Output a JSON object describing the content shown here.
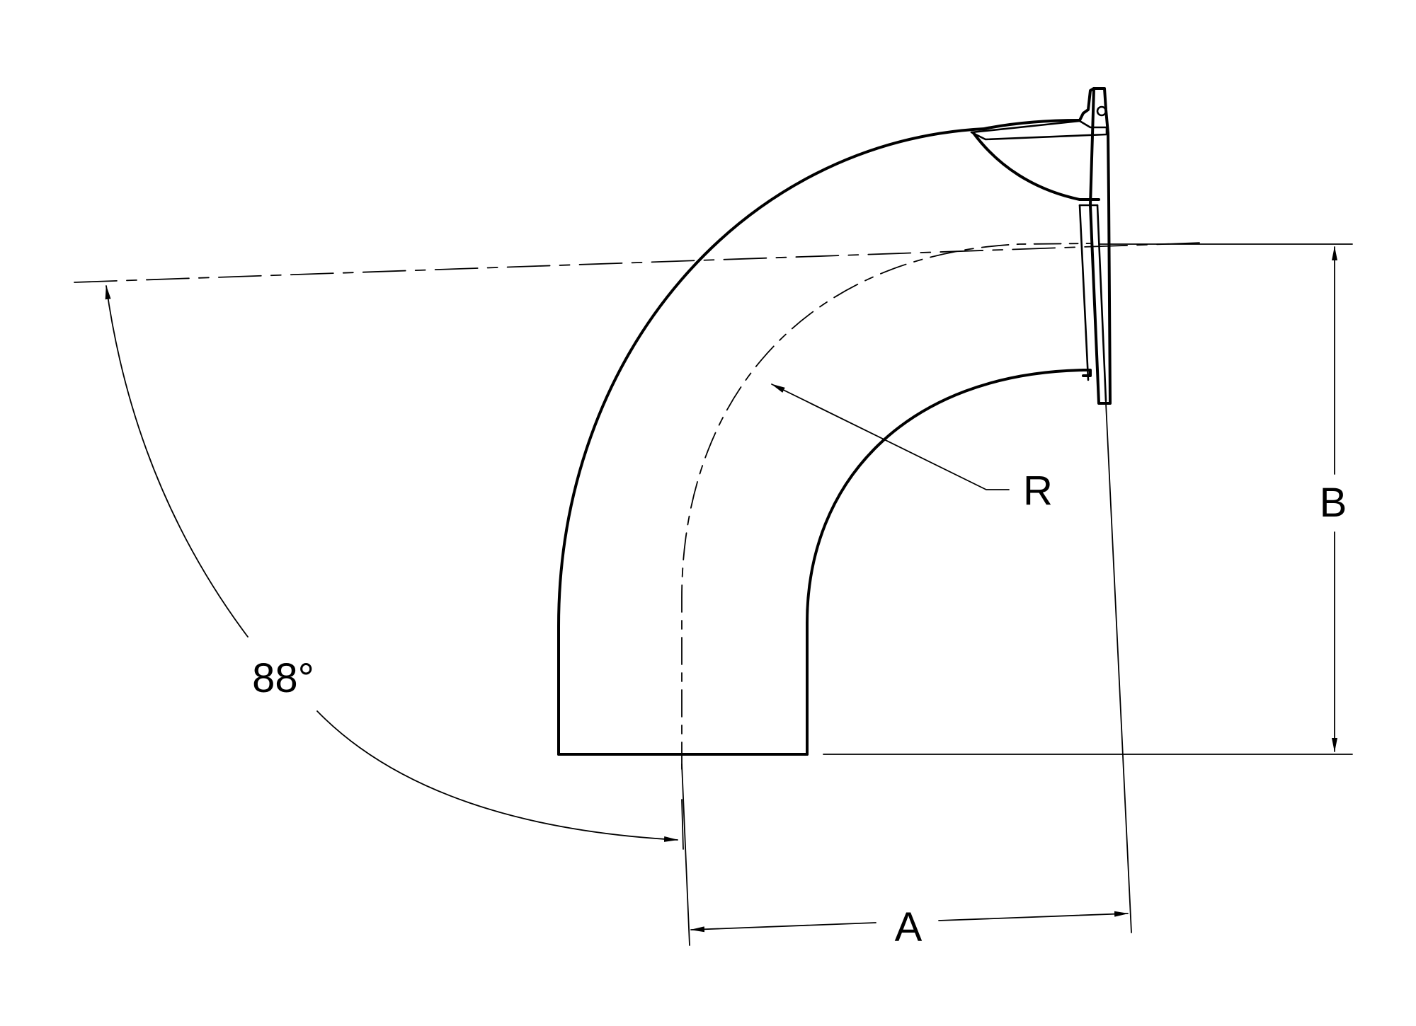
{
  "drawing": {
    "labels": {
      "angle": "88°",
      "radius": "R",
      "dim_a": "A",
      "dim_b": "B"
    }
  }
}
